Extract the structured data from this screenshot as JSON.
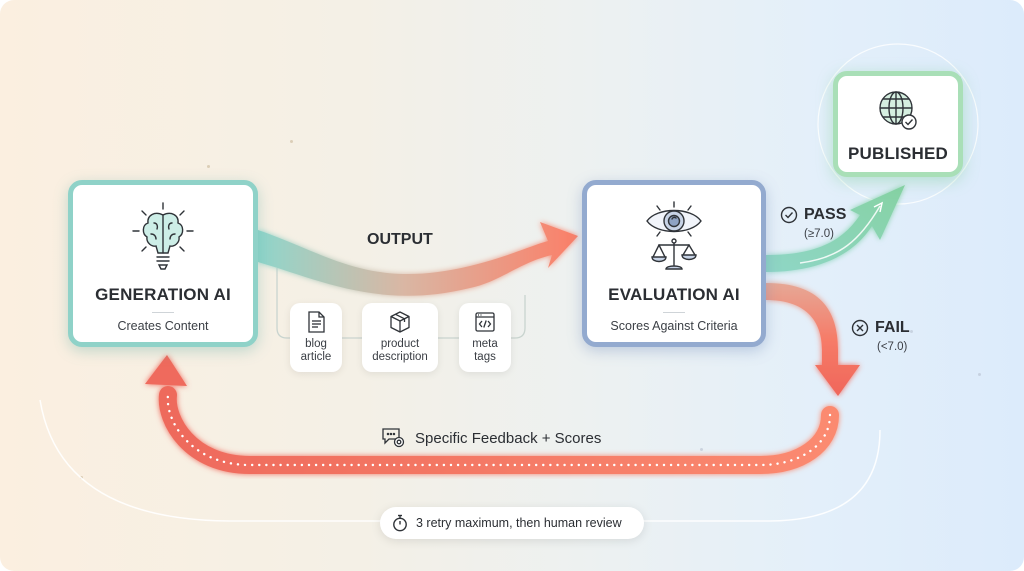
{
  "diagram": {
    "generation": {
      "title": "GENERATION AI",
      "subtitle": "Creates Content",
      "icon": "brain-lightbulb-icon",
      "accent": "#8fd2c8"
    },
    "evaluation": {
      "title": "EVALUATION AI",
      "subtitle": "Scores Against Criteria",
      "icon": "eye-scales-icon",
      "accent": "#93aacf"
    },
    "published": {
      "title": "PUBLISHED",
      "icon": "globe-check-icon",
      "accent": "#a9dfb7"
    },
    "output_label": "OUTPUT",
    "outputs": [
      {
        "label": "blog\narticle",
        "icon": "document-icon"
      },
      {
        "label": "product\ndescription",
        "icon": "package-icon"
      },
      {
        "label": "meta\ntags",
        "icon": "code-window-icon"
      }
    ],
    "pass": {
      "label": "PASS",
      "threshold": "(≥7.0)",
      "icon": "check-circle-icon",
      "color": "#7fcfa0"
    },
    "fail": {
      "label": "FAIL",
      "threshold": "(<7.0)",
      "icon": "x-circle-icon",
      "color": "#f06a5a"
    },
    "feedback": {
      "label": "Specific Feedback + Scores",
      "icon": "chat-gear-icon"
    },
    "retry": {
      "label": "3 retry maximum, then human review",
      "icon": "stopwatch-icon"
    }
  }
}
